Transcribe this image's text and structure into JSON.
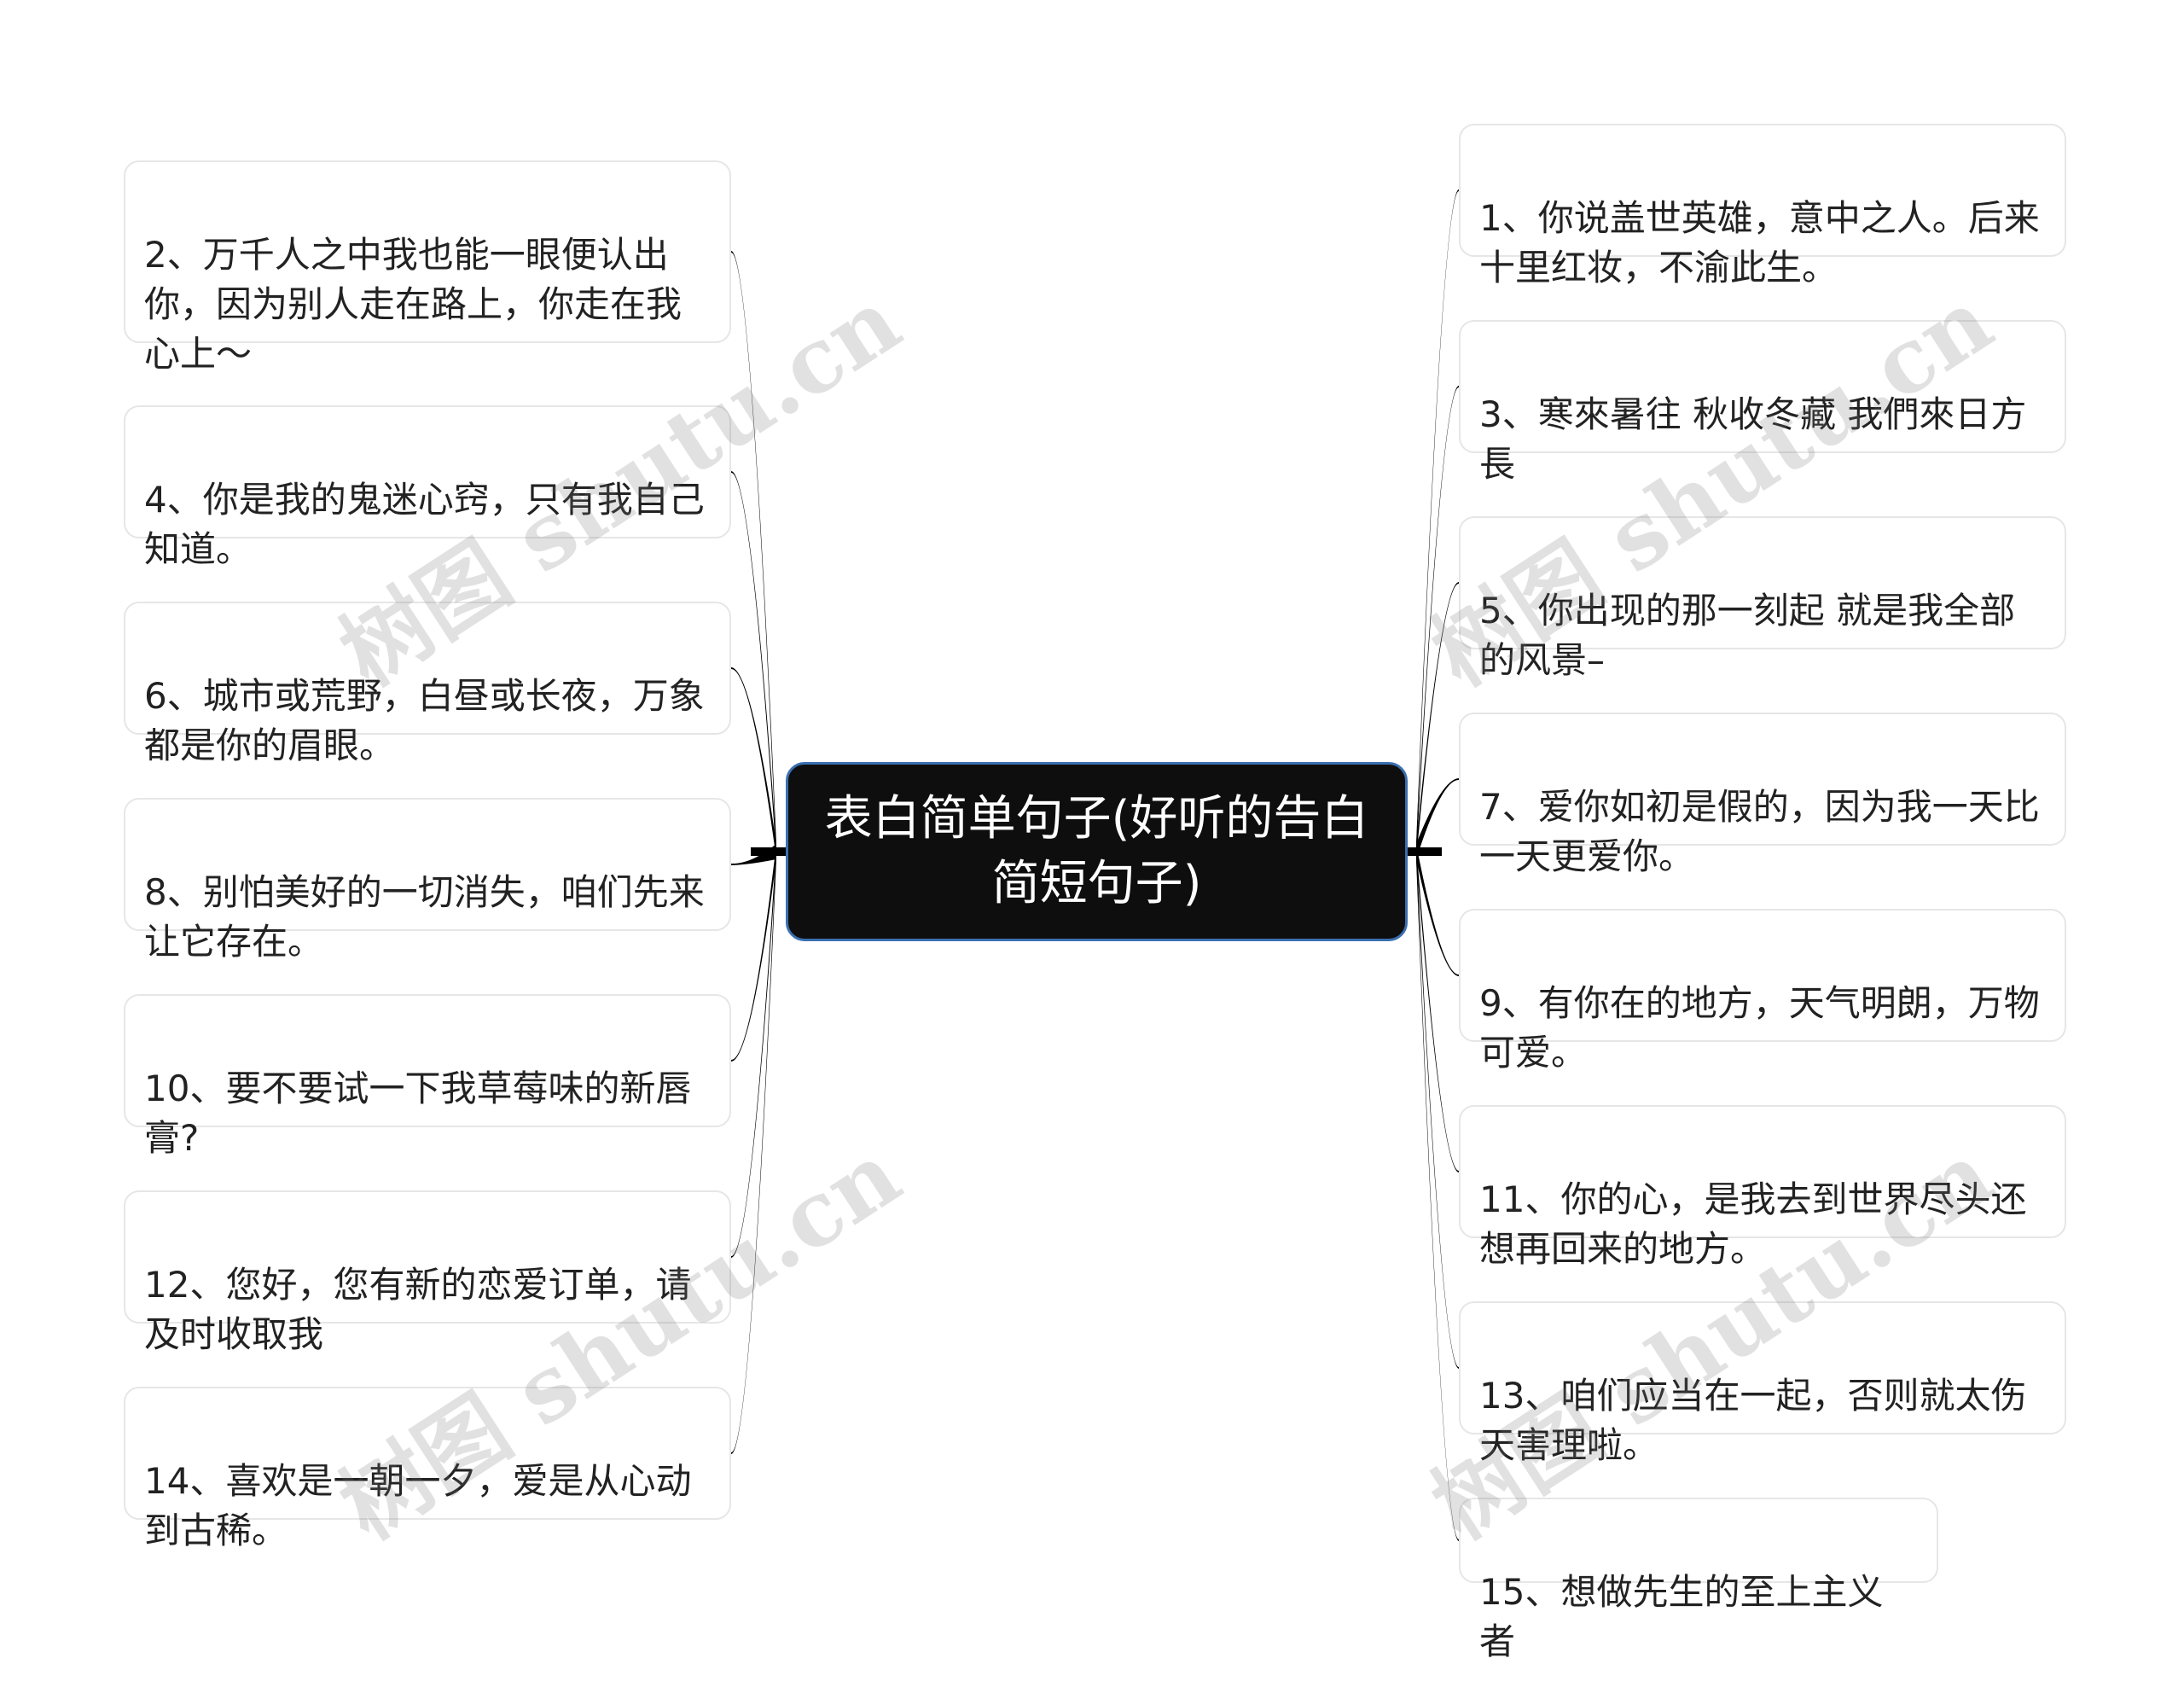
{
  "center_topic": "表白简单句子(好听的告白简短句子)",
  "left_branches": [
    "2、万千人之中我也能一眼便认出你，因为别人走在路上，你走在我心上～",
    "4、你是我的鬼迷心窍，只有我自己知道。",
    "6、城市或荒野，白昼或长夜，万象都是你的眉眼。",
    "8、别怕美好的一切消失，咱们先来让它存在。",
    "10、要不要试一下我草莓味的新唇膏?",
    "12、您好，您有新的恋爱订单，请及时收取我",
    "14、喜欢是一朝一夕，爱是从心动到古稀。"
  ],
  "right_branches": [
    "1、你说盖世英雄，意中之人。后来十里红妆，不渝此生。",
    "3、寒來暑往 秋收冬藏 我們來日方長",
    "5、你出现的那一刻起 就是我全部的风景–",
    "7、爱你如初是假的，因为我一天比一天更爱你。",
    "9、有你在的地方，天气明朗，万物可爱。",
    "11、你的心，是我去到世界尽头还想再回来的地方。",
    "13、咱们应当在一起，否则就太伤天害理啦。",
    "15、想做先生的至上主义者"
  ],
  "watermark": "树图 shutu.cn",
  "colors": {
    "center_fill": "#0e0e0e",
    "center_border": "#3a6fb0",
    "node_border": "#e6e6e6",
    "connector": "#000000"
  }
}
